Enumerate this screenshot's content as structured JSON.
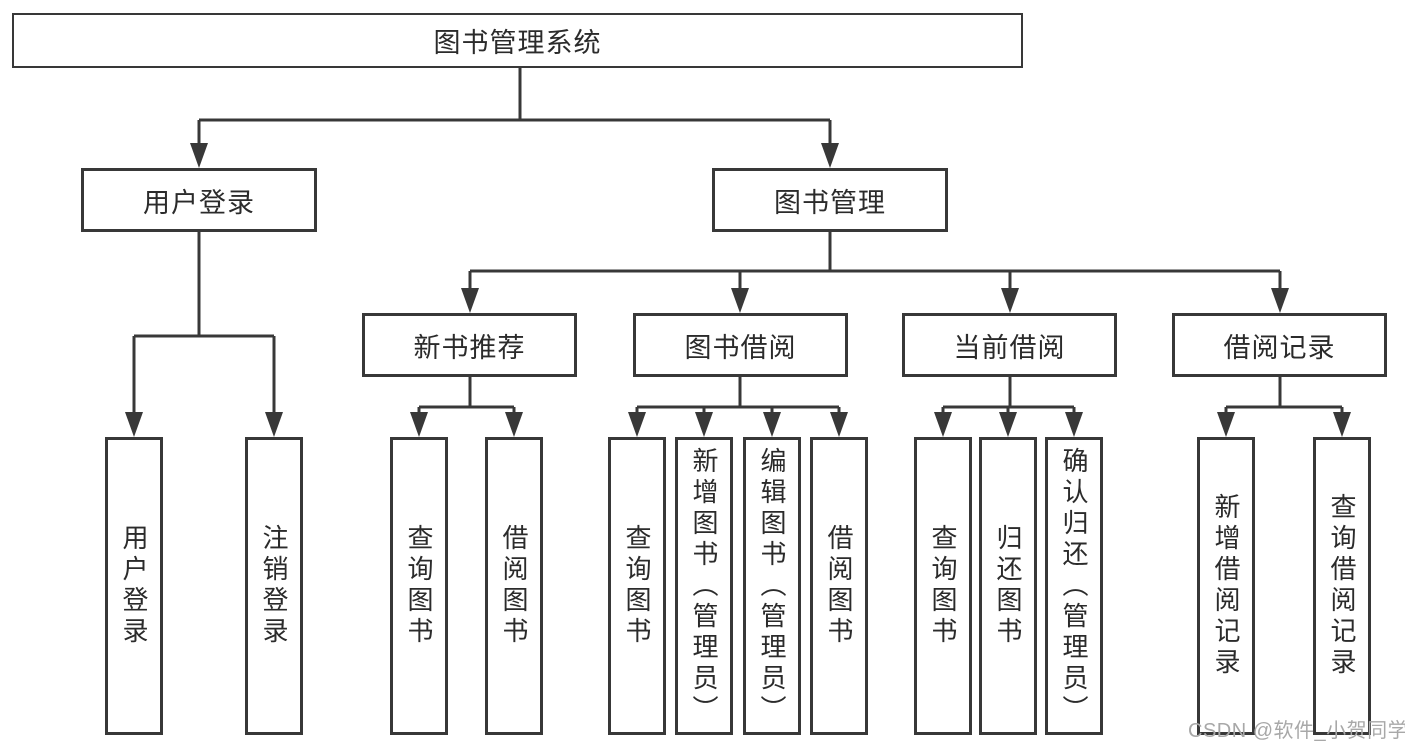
{
  "tree": {
    "label": "图书管理系统",
    "children": [
      {
        "label": "用户登录",
        "children": [
          {
            "label": "用户登录"
          },
          {
            "label": "注销登录"
          }
        ]
      },
      {
        "label": "图书管理",
        "children": [
          {
            "label": "新书推荐",
            "children": [
              {
                "label": "查询图书"
              },
              {
                "label": "借阅图书"
              }
            ]
          },
          {
            "label": "图书借阅",
            "children": [
              {
                "label": "查询图书"
              },
              {
                "label": "新增图书（管理员）"
              },
              {
                "label": "编辑图书（管理员）"
              },
              {
                "label": "借阅图书"
              }
            ]
          },
          {
            "label": "当前借阅",
            "children": [
              {
                "label": "查询图书"
              },
              {
                "label": "归还图书"
              },
              {
                "label": "确认归还（管理员）"
              }
            ]
          },
          {
            "label": "借阅记录",
            "children": [
              {
                "label": "新增借阅记录"
              },
              {
                "label": "查询借阅记录"
              }
            ]
          }
        ]
      }
    ]
  },
  "watermark": {
    "text": "CSDN @软件_小贺同学"
  },
  "colors": {
    "line": "#383838",
    "box_border": "#383838",
    "text": "#2b2b2b",
    "watermark": "#a8a8a8",
    "background": "#ffffff"
  }
}
